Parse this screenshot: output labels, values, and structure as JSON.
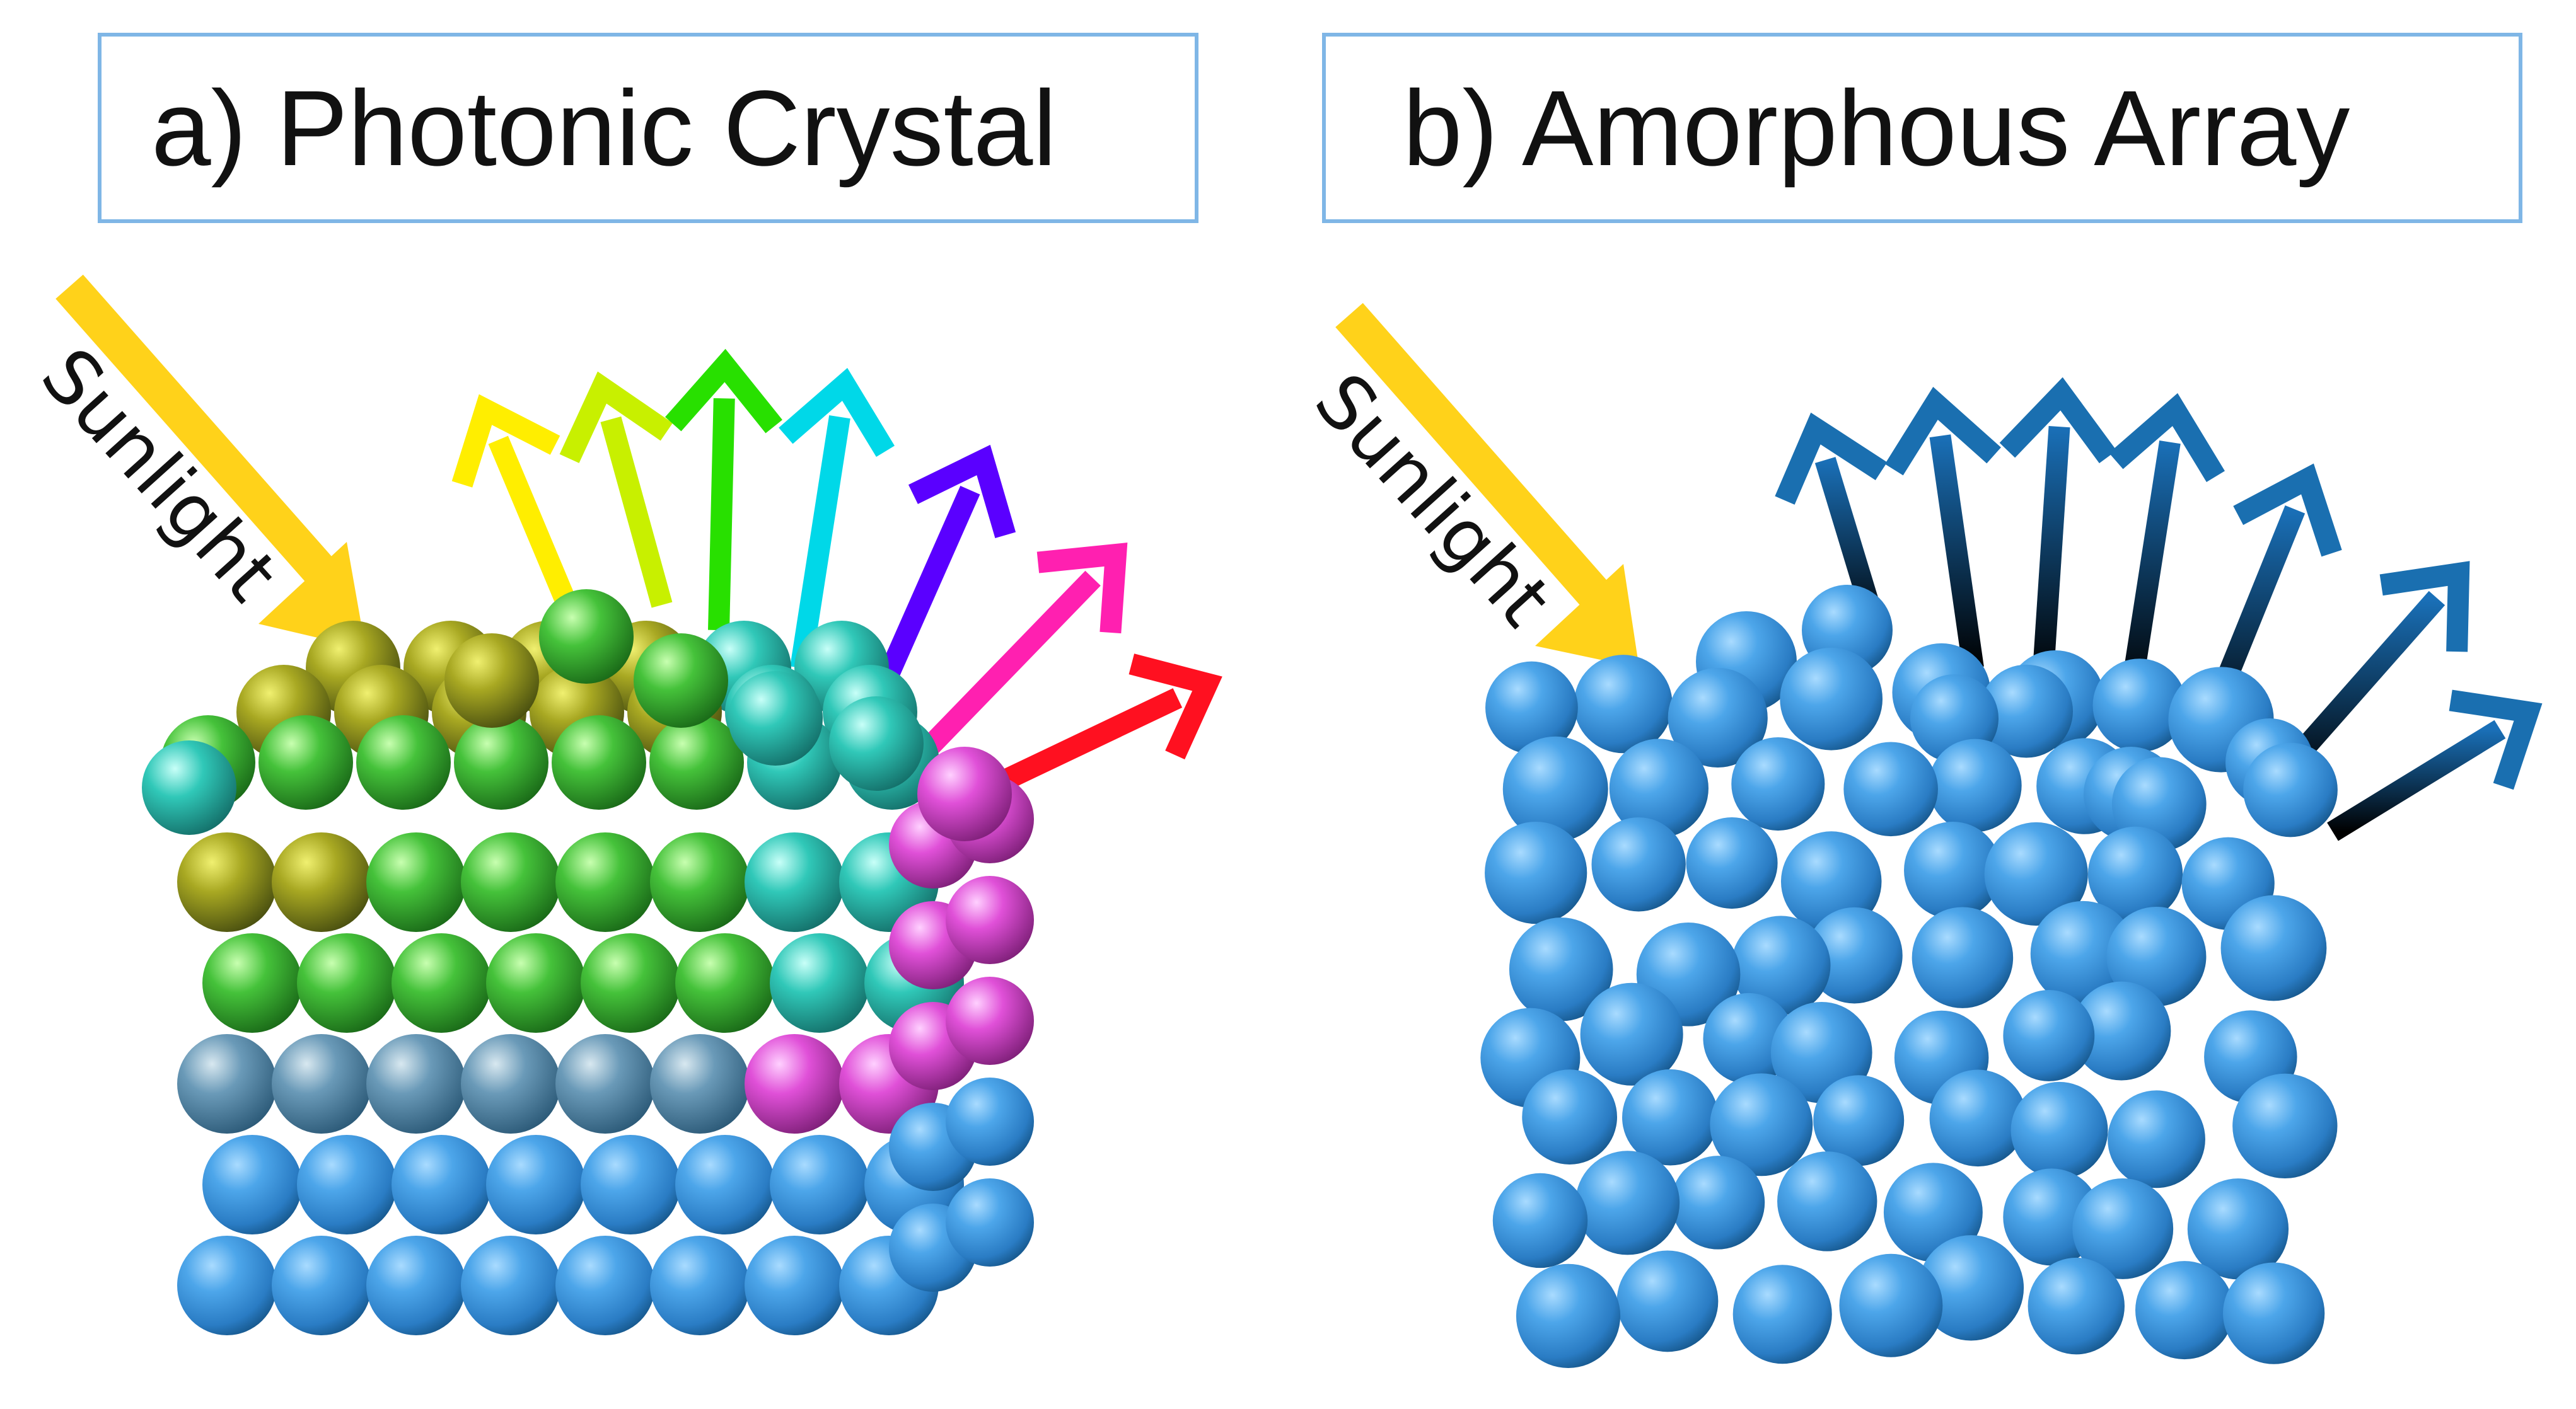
{
  "panels": [
    {
      "title": "a) Photonic Crystal",
      "sunlight_label": "Sunlight"
    },
    {
      "title": "b) Amorphous Array",
      "sunlight_label": "Sunlight"
    }
  ],
  "colors": {
    "title_box_border": "#7fb6e6",
    "sunlight_arrow": "#ffd21a",
    "sphere_blue": "#3a93dc",
    "amorphous_arrow": "#1a6fb0",
    "crystal_arrows": [
      "#ffee00",
      "#c8f000",
      "#28e000",
      "#00d8e8",
      "#5a00ff",
      "#ff20b0",
      "#ff1020"
    ],
    "crystal_band_top": "#8fa020",
    "crystal_band_mid": "#3cb840",
    "crystal_band_right": "#e050d0"
  }
}
